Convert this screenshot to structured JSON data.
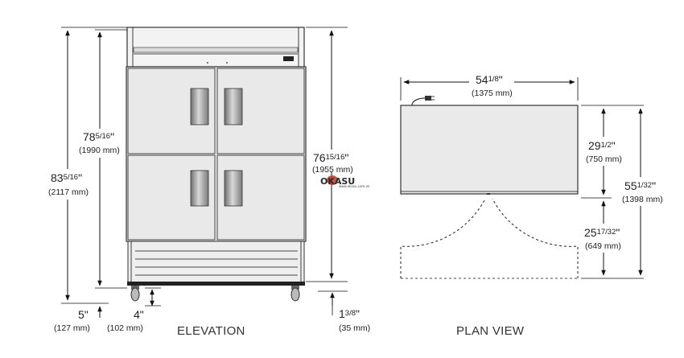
{
  "captions": {
    "elevation": "ELEVATION",
    "plan_view": "PLAN VIEW"
  },
  "dims": {
    "overall_height": {
      "whole": "83",
      "fraction": "5/16",
      "metric": "(2117 mm)"
    },
    "cabinet_height": {
      "whole": "78",
      "fraction": "5/16",
      "metric": "(1990 mm)"
    },
    "door_height": {
      "whole": "76",
      "fraction": "15/16",
      "metric": "(1955 mm)"
    },
    "caster_height": {
      "whole": "5",
      "fraction": "",
      "metric": "(127 mm)"
    },
    "leg_height": {
      "whole": "4",
      "fraction": "",
      "metric": "(102 mm)"
    },
    "floor_clearance": {
      "whole": "1",
      "fraction": "3/8",
      "metric": "(35 mm)"
    },
    "width": {
      "whole": "54",
      "fraction": "1/8",
      "metric": "(1375 mm)"
    },
    "depth": {
      "whole": "29",
      "fraction": "1/2",
      "metric": "(750 mm)"
    },
    "door_swing": {
      "whole": "25",
      "fraction": "17/32",
      "metric": "(649 mm)"
    },
    "depth_doors_open": {
      "whole": "55",
      "fraction": "1/32",
      "metric": "(1398 mm)"
    }
  },
  "watermark": {
    "logo": "OKASU",
    "sub": "www.okasu.com.vn"
  },
  "colors": {
    "line": "#111111",
    "cabinet": "#ececec",
    "handle": "#9a9a9a"
  }
}
